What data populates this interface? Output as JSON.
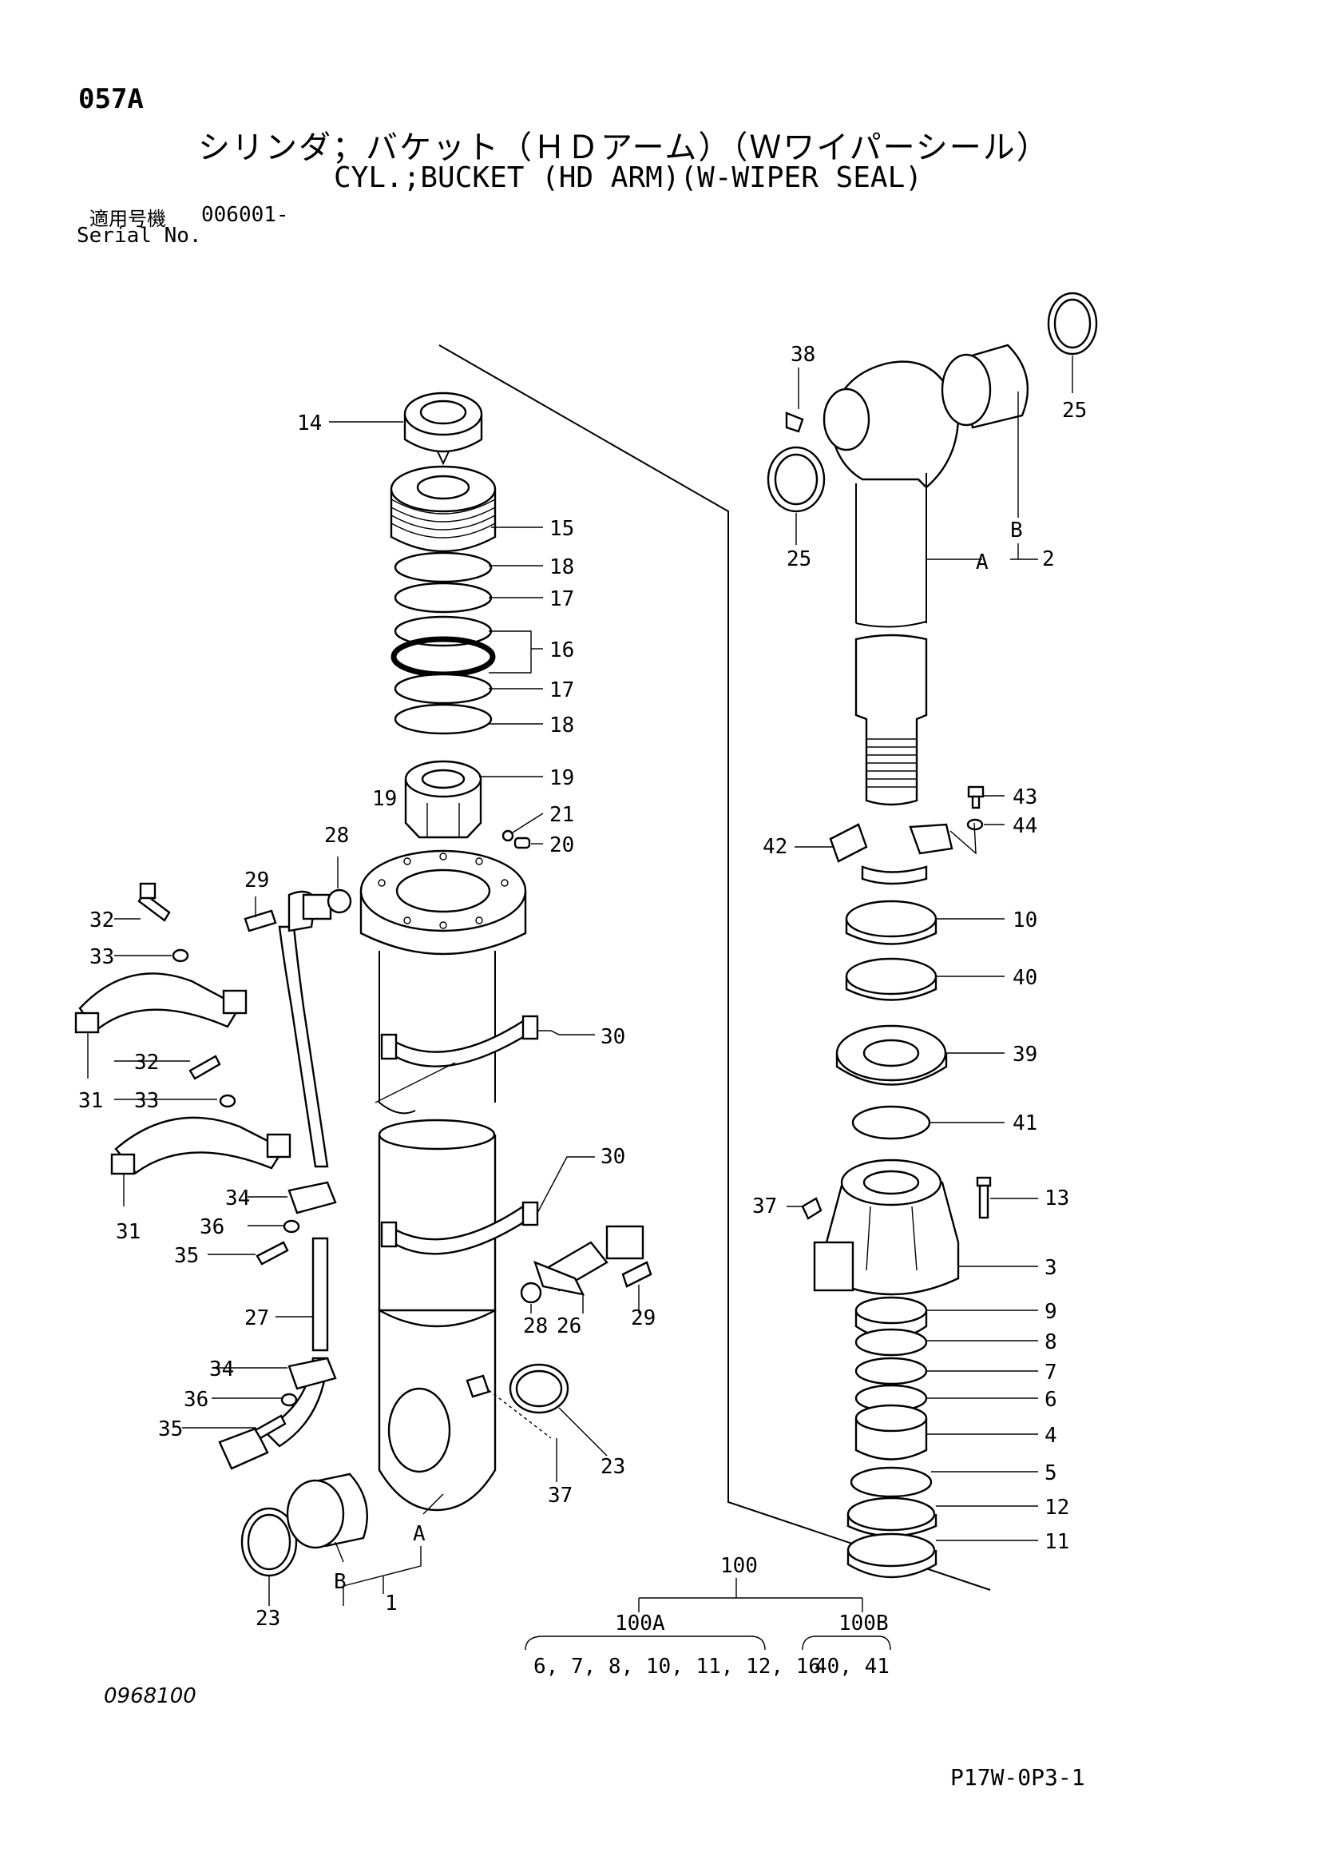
{
  "header": {
    "page_code": "057A",
    "title_jp": "シリンダ；バケット（ＨＤアーム）（Ｗワイパーシール）",
    "title_en": "CYL.;BUCKET (HD ARM)(W-WIPER SEAL)",
    "serial_label_jp": "適用号機",
    "serial_value": "006001-",
    "serial_label_en": "Serial No."
  },
  "footer": {
    "drawing_number": "0968100",
    "page_reference": "P17W-0P3-1"
  },
  "callouts": [
    "1",
    "2",
    "3",
    "4",
    "5",
    "6",
    "7",
    "8",
    "9",
    "10",
    "11",
    "12",
    "13",
    "14",
    "15",
    "16",
    "17",
    "17",
    "18",
    "18",
    "19",
    "20",
    "21",
    "23",
    "23",
    "25",
    "25",
    "26",
    "27",
    "28",
    "28",
    "29",
    "29",
    "30",
    "30",
    "31",
    "31",
    "32",
    "32",
    "33",
    "33",
    "34",
    "34",
    "35",
    "35",
    "36",
    "36",
    "37",
    "37",
    "38",
    "39",
    "40",
    "41",
    "42",
    "43",
    "44"
  ],
  "letters": [
    "A",
    "B",
    "A",
    "B"
  ],
  "kit_tree": {
    "root": "100",
    "children": [
      {
        "label": "100A",
        "items": "6, 7, 8, 10, 11, 12, 16"
      },
      {
        "label": "100B",
        "items": "40, 41"
      }
    ]
  }
}
